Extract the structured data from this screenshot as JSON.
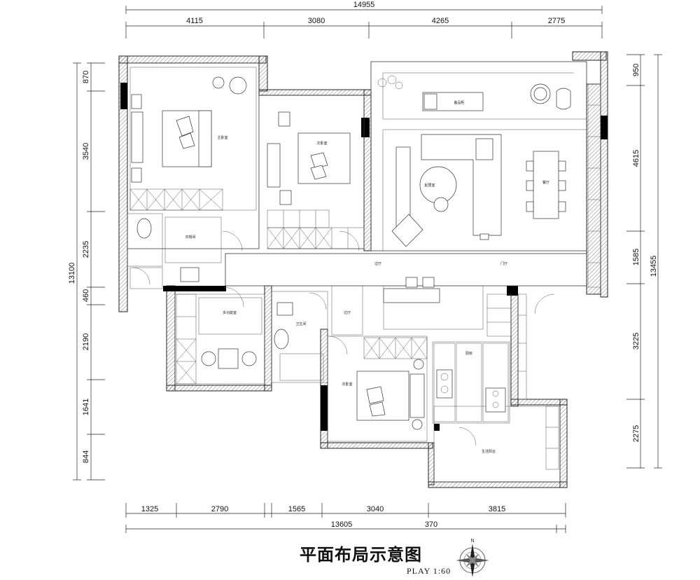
{
  "title": "平面布局示意图",
  "scale": "PLAY 1:60",
  "dims": {
    "top_total": "14955",
    "top": [
      "4115",
      "3080",
      "4265",
      "2775"
    ],
    "left_total": "13100",
    "left": [
      "870",
      "3540",
      "2235",
      "460",
      "2190",
      "1641",
      "844"
    ],
    "right_total": "13455",
    "right": [
      "950",
      "4615",
      "1585",
      "3225",
      "2275"
    ],
    "bottom": [
      "1325",
      "2790",
      "1565",
      "3040",
      "3815"
    ],
    "bottom_total": "13605",
    "bottom_extra": "370"
  },
  "rooms": {
    "master_bedroom": "主卧室",
    "second_bedroom": "次卧室",
    "living_room": "起居室",
    "dining": "餐厅",
    "balcony_item": "备品柜",
    "hall": "过厅",
    "entry": "门厅",
    "cloakroom": "衣帽间",
    "multi_room": "多功能室",
    "bathroom": "卫生间",
    "guest_bedroom": "次卧室",
    "kitchen": "厨房",
    "laundry": "生活阳台",
    "corridor": "过厅"
  }
}
